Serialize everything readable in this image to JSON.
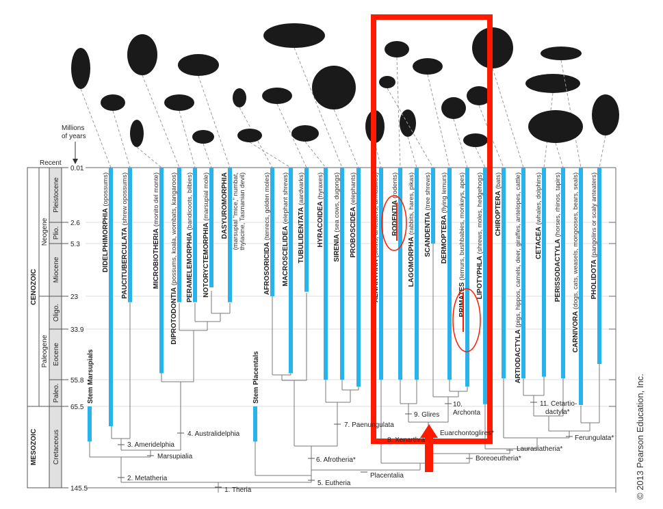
{
  "axis": {
    "title_line1": "Millions",
    "title_line2": "of years",
    "recent_label": "Recent",
    "ticks": [
      {
        "label": "0.01",
        "ma": 0.01
      },
      {
        "label": "2.6",
        "ma": 2.6
      },
      {
        "label": "5.3",
        "ma": 5.3
      },
      {
        "label": "23",
        "ma": 23
      },
      {
        "label": "33.9",
        "ma": 33.9
      },
      {
        "label": "55.8",
        "ma": 55.8
      },
      {
        "label": "65.5",
        "ma": 65.5
      },
      {
        "label": "145.5",
        "ma": 145.5
      }
    ],
    "eras": [
      {
        "label": "CENOZOIC",
        "from": 0.01,
        "to": 65.5
      },
      {
        "label": "MESOZOIC",
        "from": 65.5,
        "to": 145.5
      }
    ],
    "periods": [
      {
        "label": "Neogene",
        "from": 0.01,
        "to": 23
      },
      {
        "label": "Paleogene",
        "from": 23,
        "to": 65.5
      }
    ],
    "epochs": [
      {
        "label": "Pleistocene",
        "from": 0.01,
        "to": 2.6
      },
      {
        "label": "Plio.",
        "from": 2.6,
        "to": 5.3
      },
      {
        "label": "Miocene",
        "from": 5.3,
        "to": 23
      },
      {
        "label": "Oligo.",
        "from": 23,
        "to": 33.9
      },
      {
        "label": "Eocene",
        "from": 33.9,
        "to": 55.8
      },
      {
        "label": "Paleo.",
        "from": 55.8,
        "to": 65.5
      },
      {
        "label": "Cretaceous",
        "from": 65.5,
        "to": 145.5
      }
    ]
  },
  "lineages": [
    {
      "name": "Stem Marsupials",
      "common": "",
      "range_ma": [
        65.5,
        100
      ]
    },
    {
      "name": "DIDELPHIMORPHIA",
      "common": " (opossums)",
      "range_ma": [
        0.01,
        85
      ]
    },
    {
      "name": "PAUCITUBERCULATA",
      "common": " (shrew opossums)",
      "range_ma": [
        0.01,
        25
      ]
    },
    {
      "name": "MICROBIOTHERIA",
      "common": " (monito del monte)",
      "range_ma": [
        0.01,
        53
      ]
    },
    {
      "name": "DIPROTODONTIA",
      "common": " (possums, koala, wombats, kangaroos)",
      "range_ma": [
        0.01,
        25
      ]
    },
    {
      "name": "PERAMELEMORPHIA",
      "common": " (bandicoots, bilbies)",
      "range_ma": [
        0.01,
        25
      ]
    },
    {
      "name": "NOTORYCTEMORPHIA",
      "common": " (marsupial mole)",
      "range_ma": [
        0.01,
        20
      ]
    },
    {
      "name": "DASYUROMORPHIA",
      "common": "",
      "range_ma": [
        0.01,
        25
      ]
    },
    {
      "name": "Stem Placentals",
      "common": "",
      "range_ma": [
        65.5,
        100
      ]
    },
    {
      "name": "AFROSORICIDA",
      "common": " (tenrecs, golden moles)",
      "range_ma": [
        0.01,
        23
      ]
    },
    {
      "name": "MACROSCELIDEA",
      "common": " (elephant shrews)",
      "range_ma": [
        0.01,
        53
      ]
    },
    {
      "name": "TUBULIDENTATA",
      "common": " (aardvarks)",
      "range_ma": [
        0.01,
        21.5
      ]
    },
    {
      "name": "HYRACOIDEA",
      "common": " (hyraxes)",
      "range_ma": [
        0.01,
        55.8
      ]
    },
    {
      "name": "SIRENIA",
      "common": " (sea cows, dugongs)",
      "range_ma": [
        0.01,
        55.8
      ]
    },
    {
      "name": "PROBOSCIDEA",
      "common": " (elephants)",
      "range_ma": [
        0.01,
        58.3
      ]
    },
    {
      "name": "XENARTHRA",
      "common": " (sloths, anteaters, armadillos)",
      "range_ma": [
        0.01,
        55.8
      ]
    },
    {
      "name": "RODENTIA",
      "common": " (rodents)",
      "range_ma": [
        0.01,
        55.8
      ]
    },
    {
      "name": "LAGOMORPHA",
      "common": " (rabbits, hares, pikas)",
      "range_ma": [
        0.01,
        55.8
      ]
    },
    {
      "name": "SCANDENTIA",
      "common": " (tree shrews)",
      "range_ma": [
        0.01,
        5.3
      ]
    },
    {
      "name": "DERMOPTERA",
      "common": " (flying lemurs)",
      "range_ma": [
        0.01,
        55.8
      ]
    },
    {
      "name": "PRIMATES",
      "common": " (lemurs, bushbabies, monkeys, apes)",
      "range_ma": [
        0.01,
        58.3
      ]
    },
    {
      "name": "LIPOTYPHLA",
      "common": " (shrews, moles, hedgehogs)",
      "range_ma": [
        0.01,
        64.7
      ]
    },
    {
      "name": "CHIROPTERA",
      "common": " (bats)",
      "range_ma": [
        0.01,
        55.2
      ]
    },
    {
      "name": "ARTIODACTYLA",
      "common": " (pigs, hippos, camels, deer, giraffes, antelopes, cattle)",
      "range_ma": [
        0.01,
        55.2
      ]
    },
    {
      "name": "CETACEA",
      "common": " (whales, dolphins)",
      "range_ma": [
        0.01,
        54.5
      ]
    },
    {
      "name": "PERISSODACTYLA",
      "common": " (horses, rhinos, tapirs)",
      "range_ma": [
        0.01,
        55.2
      ]
    },
    {
      "name": "CARNIVORA",
      "common": " (dogs, cats, weasels, mongooses, bears, seals)",
      "range_ma": [
        0.01,
        65
      ]
    },
    {
      "name": "PHOLIDOTA",
      "common": " (pangolins or scaly anteaters)",
      "range_ma": [
        0.01,
        49
      ]
    }
  ],
  "dasyuro_common": [
    "(marsupial \"mice,\" numbat,",
    "thylacine, Tasmanian devil)"
  ],
  "nodes": [
    {
      "label": "1. Theria"
    },
    {
      "label": "2. Metatheria"
    },
    {
      "label": "Marsupialia"
    },
    {
      "label": "3. Ameridelphia"
    },
    {
      "label": "4. Australidelphia"
    },
    {
      "label": "5. Eutheria"
    },
    {
      "label": "Placentalia"
    },
    {
      "label": "6. Afrotheria*"
    },
    {
      "label": "7. Paenungulata"
    },
    {
      "label": "8. Xenarthra"
    },
    {
      "label": "Boreoeutheria*"
    },
    {
      "label": "Euarchontoglires*"
    },
    {
      "label": "9. Glires"
    },
    {
      "label": "10."
    },
    {
      "label": "Archonta"
    },
    {
      "label": "Laurasiatheria*"
    },
    {
      "label": "Ferungulata*"
    },
    {
      "label": "11. Cetartio-"
    },
    {
      "label": "dactyla*"
    }
  ],
  "copyright": "© 2013 Pearson Education, Inc.",
  "colors": {
    "bar": "#29b3ea",
    "highlight": "#ff1a00",
    "line": "#777777"
  }
}
